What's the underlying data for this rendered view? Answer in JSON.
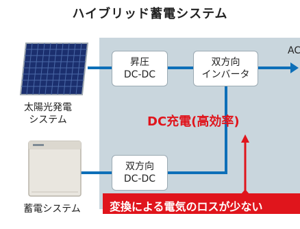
{
  "title": "ハイブリッド蓄電システム",
  "solar_label_line1": "太陽光発電",
  "solar_label_line2": "システム",
  "battery_label": "蓄電システム",
  "booster": {
    "line1": "昇圧",
    "line2": "DC-DC"
  },
  "inverter": {
    "line1": "双方向",
    "line2": "インバータ"
  },
  "dcdc_bi": {
    "line1": "双方向",
    "line2": "DC-DC"
  },
  "ac_output": "AC",
  "dc_charge": "DC充電(高効率)",
  "banner": "変換による電気のロスが少ない",
  "colors": {
    "accent_red": "#e0151c",
    "flow_blue": "#0d6fb8",
    "panel_bg": "#c9d6dd"
  }
}
